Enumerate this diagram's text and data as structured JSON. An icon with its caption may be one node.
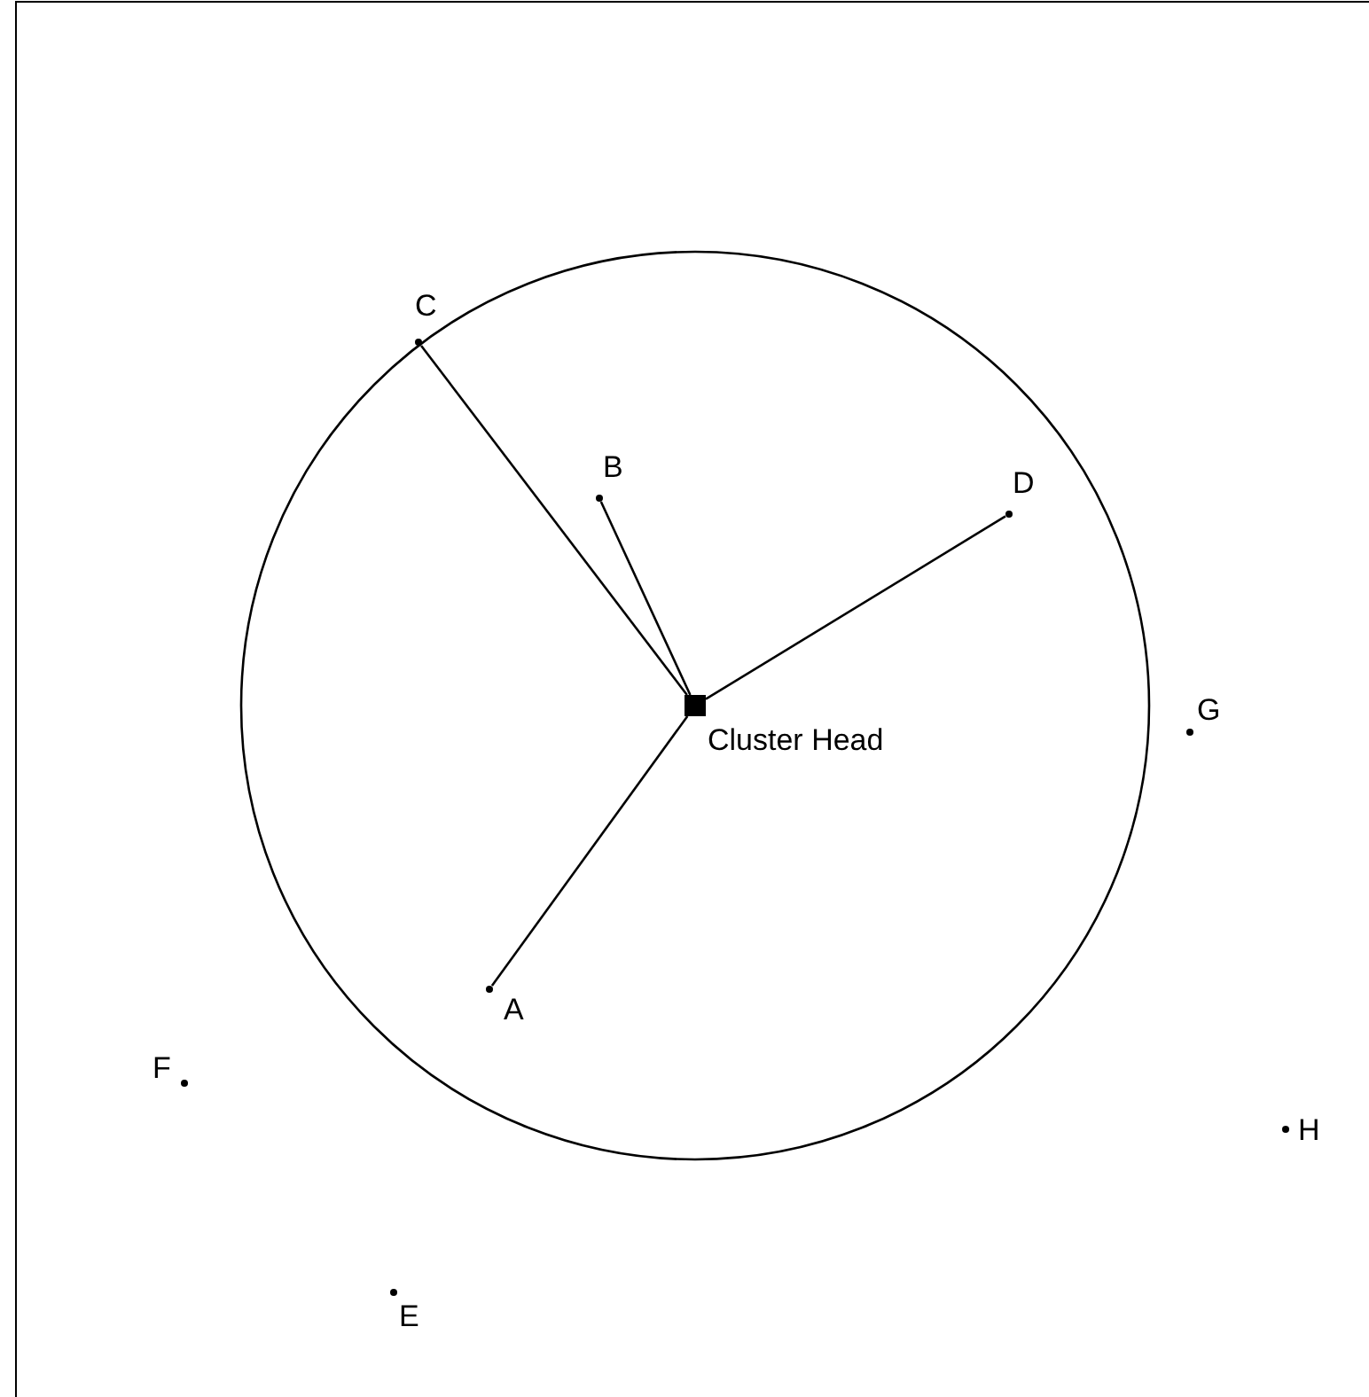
{
  "diagram": {
    "nodes": [
      {
        "text": [],
        "shape": "circle"
      },
      {
        "text": [
          "C"
        ]
      },
      {
        "text": [
          "B"
        ],
        "in": 0
      },
      {
        "text": [
          "D"
        ],
        "in": 0
      },
      {
        "text": [
          "Cluster Head"
        ],
        "in": 0
      },
      {
        "text": [
          "G"
        ]
      },
      {
        "text": [
          "A"
        ],
        "in": 0
      },
      {
        "text": [
          "F"
        ]
      },
      {
        "text": [
          "H"
        ]
      },
      {
        "text": [
          "E"
        ]
      }
    ],
    "edges": [
      {
        "from": 6,
        "to": 4,
        "arrow": "none"
      },
      {
        "from": 2,
        "to": 4,
        "arrow": "none"
      },
      {
        "from": 1,
        "to": 4,
        "arrow": "none"
      },
      {
        "from": 3,
        "to": 4,
        "arrow": "none"
      }
    ]
  }
}
